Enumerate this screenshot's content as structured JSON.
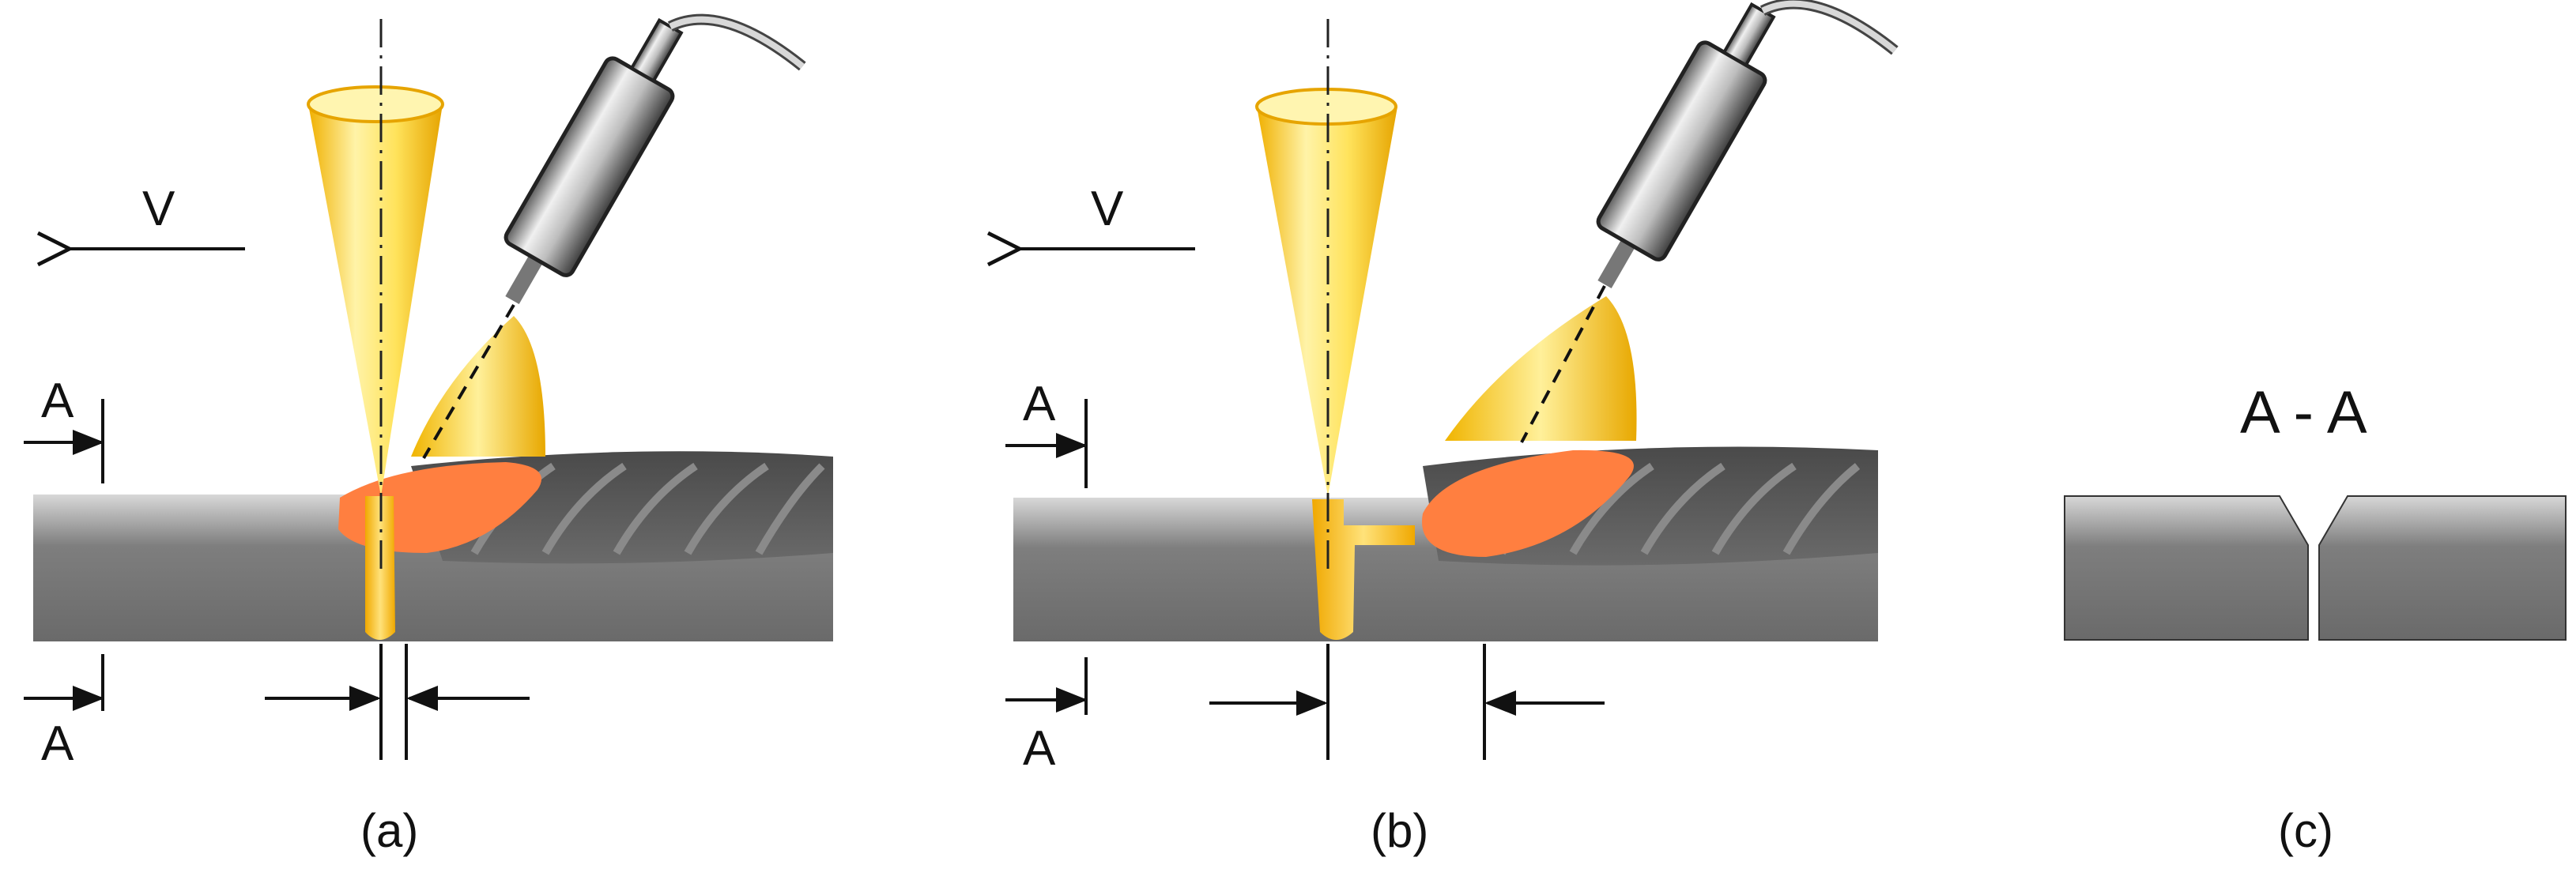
{
  "panels": [
    {
      "id": "a",
      "caption": "(a)",
      "velocity_label": "V",
      "section_label_top": "A",
      "section_label_bottom": "A"
    },
    {
      "id": "b",
      "caption": "(b)",
      "velocity_label": "V",
      "section_label_top": "A",
      "section_label_bottom": "A"
    },
    {
      "id": "c",
      "caption": "(c)",
      "section_title": "A - A"
    }
  ],
  "colors": {
    "plate_dark": "#6e6e6e",
    "plate_light": "#d4d4d4",
    "laser_beam": "#ffd23c",
    "arc_cone": "#f5d23a",
    "weld_pool": "#ff7f40",
    "torch_body": "#9a9a9a"
  }
}
